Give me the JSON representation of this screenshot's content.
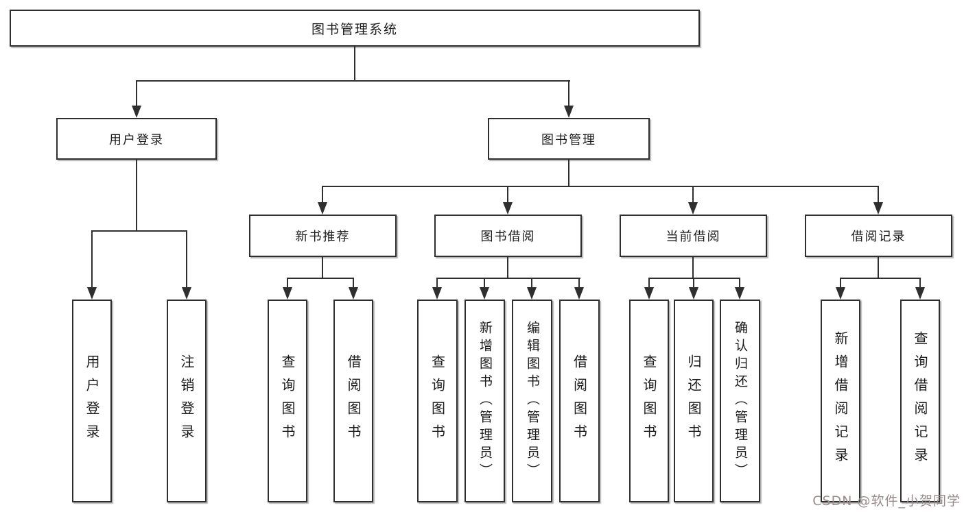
{
  "diagram": {
    "title": "图书管理系统",
    "root": {
      "label": "图书管理系统"
    },
    "level2": [
      {
        "label": "用户登录"
      },
      {
        "label": "图书管理"
      }
    ],
    "level3": [
      {
        "label": "新书推荐"
      },
      {
        "label": "图书借阅"
      },
      {
        "label": "当前借阅"
      },
      {
        "label": "借阅记录"
      }
    ],
    "leaves": {
      "user": [
        "用户登录",
        "注销登录"
      ],
      "recommend": [
        "查询图书",
        "借阅图书"
      ],
      "borrow": [
        "查询图书",
        "新增图书（管理员）",
        "编辑图书（管理员）",
        "借阅图书"
      ],
      "current": [
        "查询图书",
        "归还图书",
        "确认归还（管理员）"
      ],
      "records": [
        "新增借阅记录",
        "查询借阅记录"
      ]
    }
  },
  "watermark": {
    "text": "CSDN @软件_小贺同学",
    "color": "#9a8c8c"
  },
  "colors": {
    "line": "#2f2f2f",
    "background": "#ffffff",
    "text": "#1b1b1b"
  }
}
